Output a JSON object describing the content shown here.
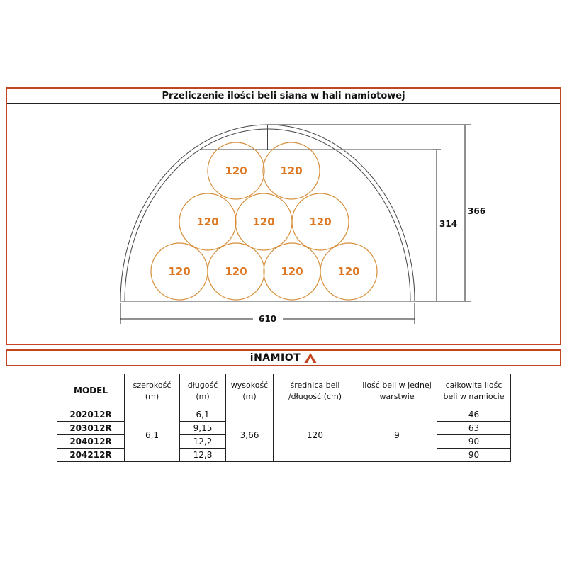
{
  "title": "Przeliczenie ilości beli siana w hali namiotowej",
  "colors": {
    "accent": "#c2451f",
    "bale_stroke": "#d78f3c",
    "bale_text": "#dd7722",
    "line": "#222222"
  },
  "diagram": {
    "bale_label": "120",
    "dims": {
      "inner_height": "314",
      "total_height": "366",
      "width": "610"
    }
  },
  "logo": {
    "text": "iNAMIOT",
    "icon": "tent-icon"
  },
  "table": {
    "headers": {
      "model": "MODEL",
      "szerokosc": "szerokość\n(m)",
      "dlugosc": "długość\n(m)",
      "wysokosc": "wysokość\n(m)",
      "srednica": "średnica beli\n/długość (cm)",
      "ilosc_warstwa": "ilość beli w jednej\nwarstwie",
      "calkowita": "całkowita ilośc\nbeli w namiocie"
    },
    "merged": {
      "szerokosc": "6,1",
      "wysokosc": "3,66",
      "srednica": "120",
      "ilosc_warstwa": "9"
    },
    "rows": [
      {
        "model": "202012R",
        "dlugosc": "6,1",
        "total": "46"
      },
      {
        "model": "203012R",
        "dlugosc": "9,15",
        "total": "63"
      },
      {
        "model": "204012R",
        "dlugosc": "12,2",
        "total": "90"
      },
      {
        "model": "204212R",
        "dlugosc": "12,8",
        "total": "90"
      }
    ]
  }
}
